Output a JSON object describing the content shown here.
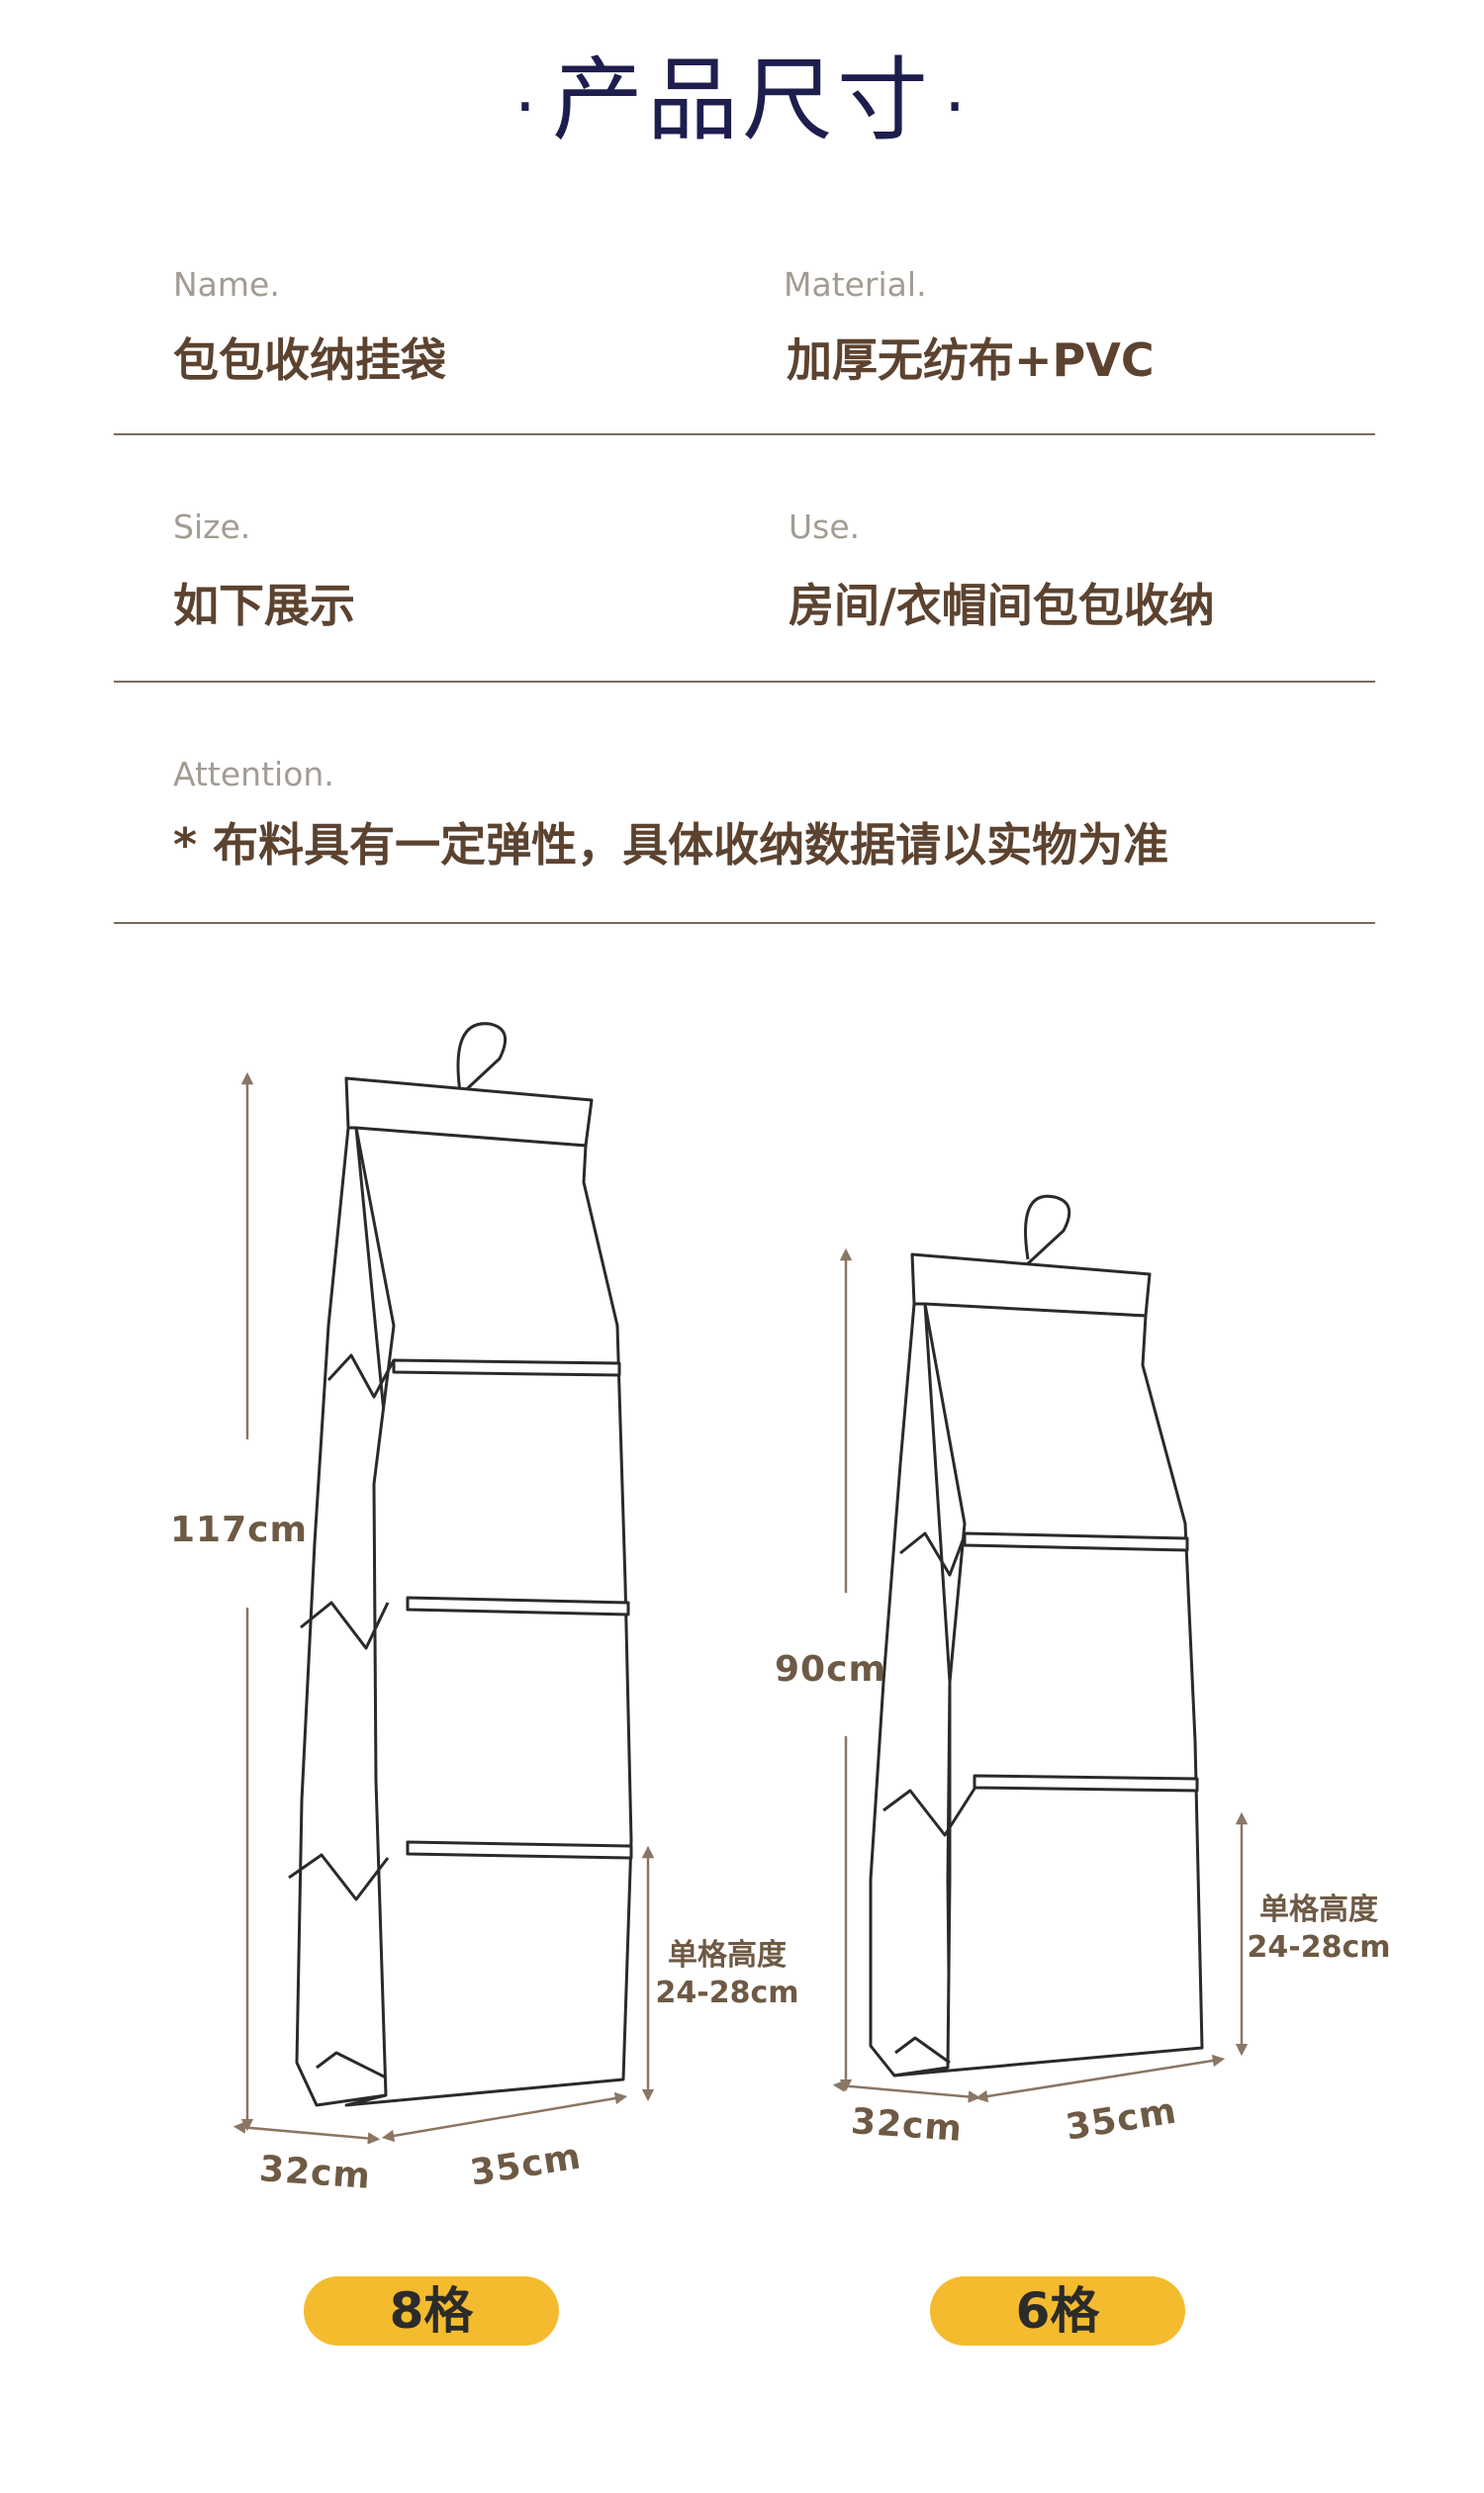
{
  "header": {
    "title": "产品尺寸",
    "dot": "·"
  },
  "info": {
    "name_label": "Name.",
    "name_value": "包包收纳挂袋",
    "material_label": "Material.",
    "material_value": "加厚无纺布+PVC",
    "size_label": "Size.",
    "size_value": "如下展示",
    "use_label": "Use.",
    "use_value": "房间/衣帽间包包收纳",
    "attention_label": "Attention.",
    "attention_value": "* 布料具有一定弹性，具体收纳数据请以实物为准"
  },
  "large_bag": {
    "height": "117cm",
    "compartment_label": "单格高度",
    "compartment_range": "24-28cm",
    "depth": "32cm",
    "width": "35cm",
    "badge": "8格"
  },
  "small_bag": {
    "height": "90cm",
    "compartment_label": "单格高度",
    "compartment_range": "24-28cm",
    "depth": "32cm",
    "width": "35cm",
    "badge": "6格"
  },
  "colors": {
    "title": "#1e1e4e",
    "text": "#5c4330",
    "label": "#a39c93",
    "badge": "#f4bb2e",
    "line": "#7a6a5c"
  }
}
